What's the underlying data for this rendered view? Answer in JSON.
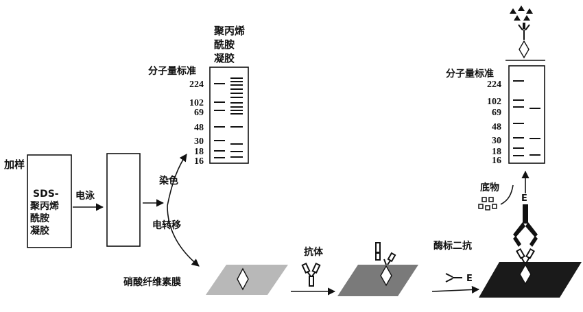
{
  "labels": {
    "loading": "加样",
    "gel_lines": [
      "SDS-",
      "聚丙烯",
      "酰胺",
      "凝胶"
    ],
    "electrophoresis": "电泳",
    "stain": "染色",
    "electrotransfer": "电转移",
    "gel_top_lines": [
      "聚丙烯",
      "酰胺",
      "凝胶"
    ],
    "mw_standard_left": "分子量标准",
    "mw_standard_right": "分子量标准",
    "membrane": "硝酸纤维素膜",
    "antibody": "抗体",
    "enzyme_secondary": "酶标二抗",
    "substrate": "底物",
    "enzyme_E_1": "E",
    "enzyme_E_2": "E"
  },
  "mw_markers": [
    "224",
    "102",
    "69",
    "48",
    "30",
    "18",
    "16"
  ],
  "colors": {
    "ink": "#111111",
    "membrane_light": "#b8b8b8",
    "membrane_mid": "#7a7a7a",
    "membrane_dark": "#1a1a1a"
  }
}
